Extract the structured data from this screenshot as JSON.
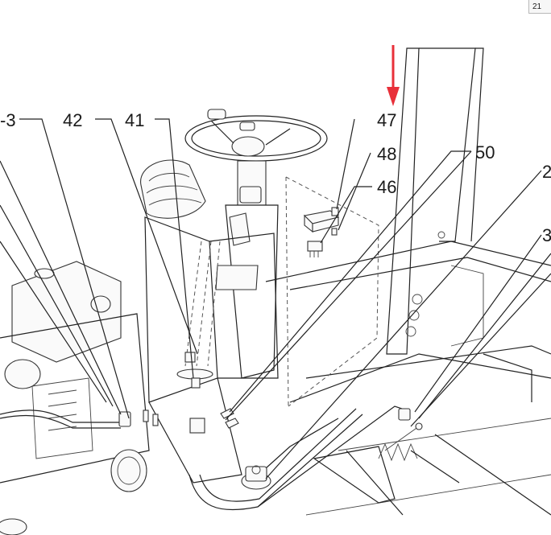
{
  "page_number_fragment": "21",
  "callouts": [
    {
      "id": "43",
      "text": "-3"
    },
    {
      "id": "42",
      "text": "42"
    },
    {
      "id": "41",
      "text": "41"
    },
    {
      "id": "47",
      "text": "47"
    },
    {
      "id": "48",
      "text": "48"
    },
    {
      "id": "46",
      "text": "46"
    },
    {
      "id": "50",
      "text": "50"
    },
    {
      "id": "2",
      "text": "2"
    },
    {
      "id": "3",
      "text": "3"
    }
  ],
  "colors": {
    "line": "#222222",
    "arrow": "#e8303a",
    "background": "#ffffff"
  }
}
